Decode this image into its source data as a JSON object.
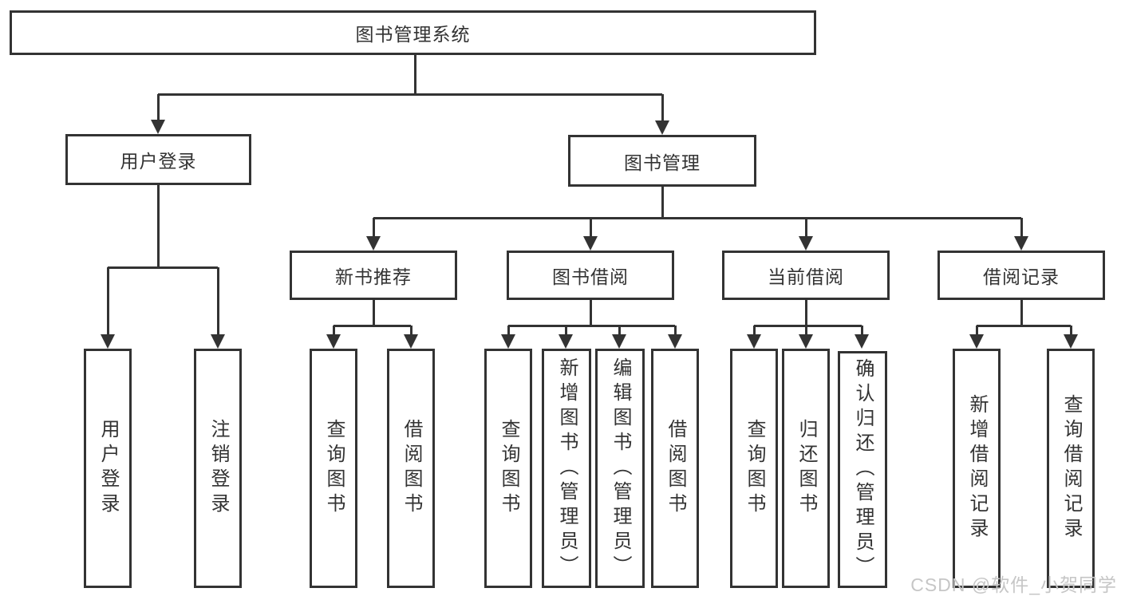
{
  "root": {
    "label": "图书管理系统"
  },
  "login": {
    "label": "用户登录",
    "children": [
      "用户登录",
      "注销登录"
    ]
  },
  "mgmt": {
    "label": "图书管理",
    "groups": [
      {
        "label": "新书推荐",
        "children": [
          "查询图书",
          "借阅图书"
        ]
      },
      {
        "label": "图书借阅",
        "children": [
          "查询图书",
          "新增图书（管理员）",
          "编辑图书（管理员）",
          "借阅图书"
        ]
      },
      {
        "label": "当前借阅",
        "children": [
          "查询图书",
          "归还图书",
          "确认归还（管理员）"
        ]
      },
      {
        "label": "借阅记录",
        "children": [
          "新增借阅记录",
          "查询借阅记录"
        ]
      }
    ]
  },
  "watermark": {
    "text": "CSDN @软件_小贺同学"
  },
  "colors": {
    "line": "#333333",
    "text": "#333333",
    "background": "#ffffff",
    "watermark": "#c6c6c6"
  }
}
